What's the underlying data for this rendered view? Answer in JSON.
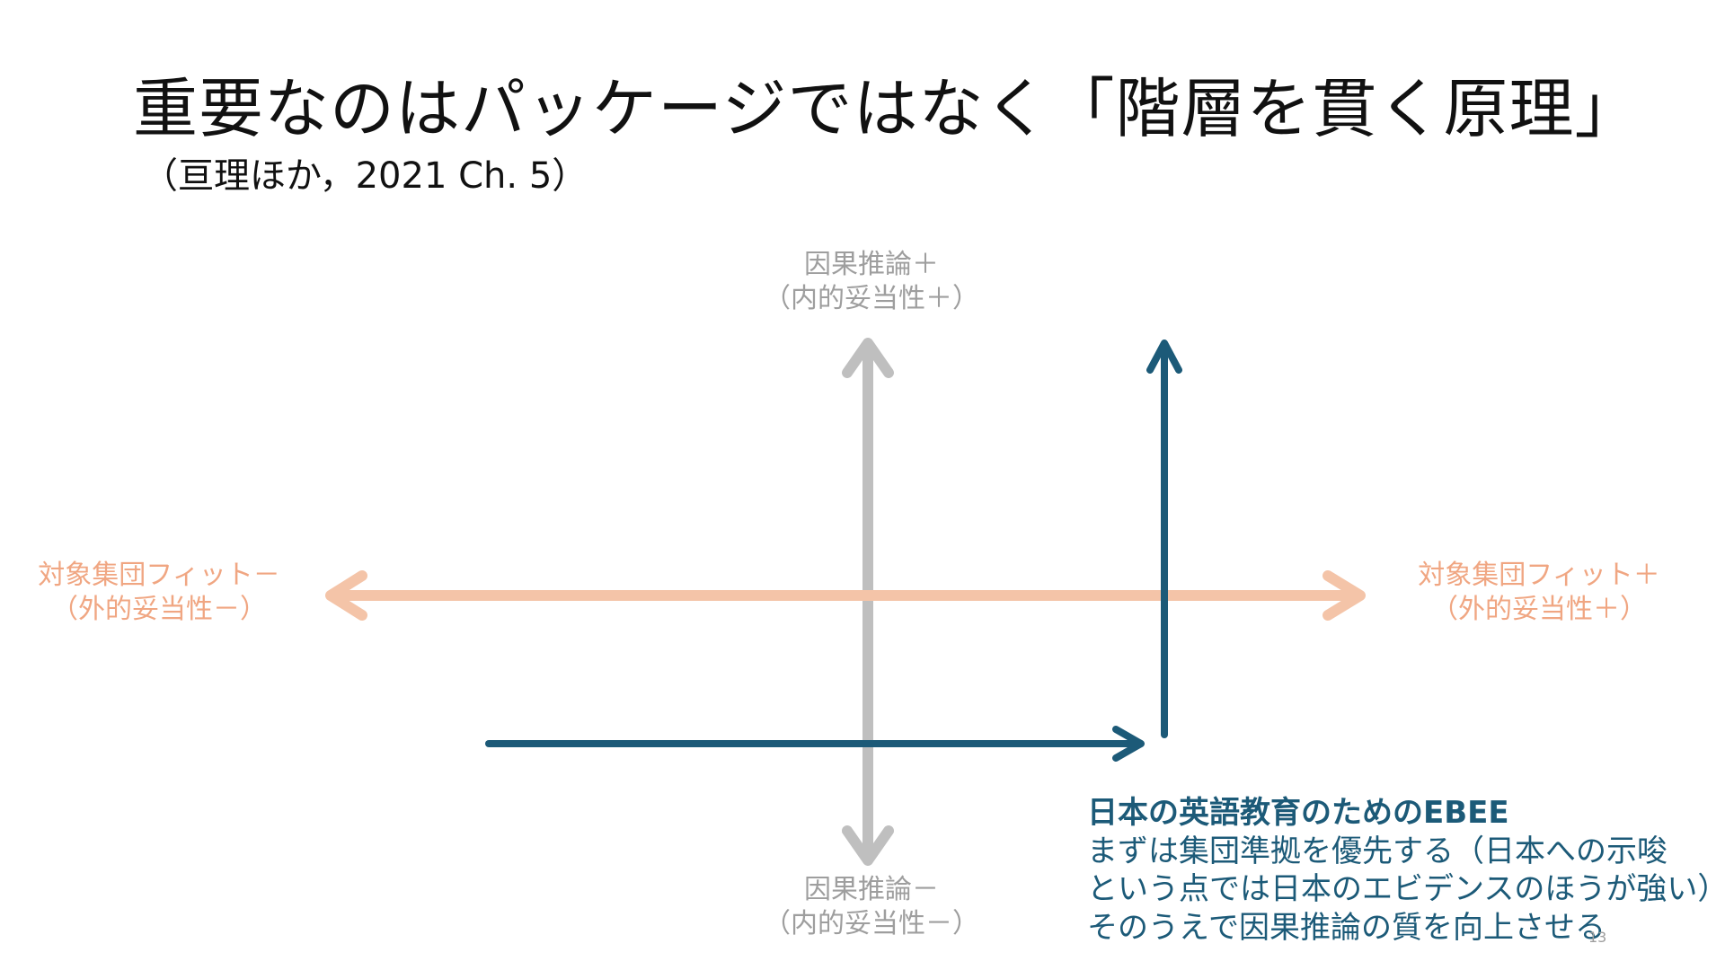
{
  "slide": {
    "title": "重要なのはパッケージではなく「階層を貫く原理」",
    "subtitle": "（亘理ほか，2021 Ch. 5）",
    "page_number": "13"
  },
  "axes": {
    "top": {
      "line1": "因果推論＋",
      "line2": "（内的妥当性＋）"
    },
    "bottom": {
      "line1": "因果推論－",
      "line2": "（内的妥当性－）"
    },
    "left": {
      "line1": "対象集団フィット－",
      "line2": "（外的妥当性－）"
    },
    "right": {
      "line1": "対象集団フィット＋",
      "line2": "（外的妥当性＋）"
    }
  },
  "note": {
    "heading": "日本の英語教育のためのEBEE",
    "line1": "まずは集団準拠を優先する（日本への示唆",
    "line2": "という点では日本のエビデンスのほうが強い）",
    "line3": "そのうえで因果推論の質を向上させる"
  },
  "colors": {
    "vertical_axis": "#bfbfbf",
    "horizontal_axis": "#f4c4a8",
    "path": "#1c5a78",
    "title": "#111111"
  }
}
